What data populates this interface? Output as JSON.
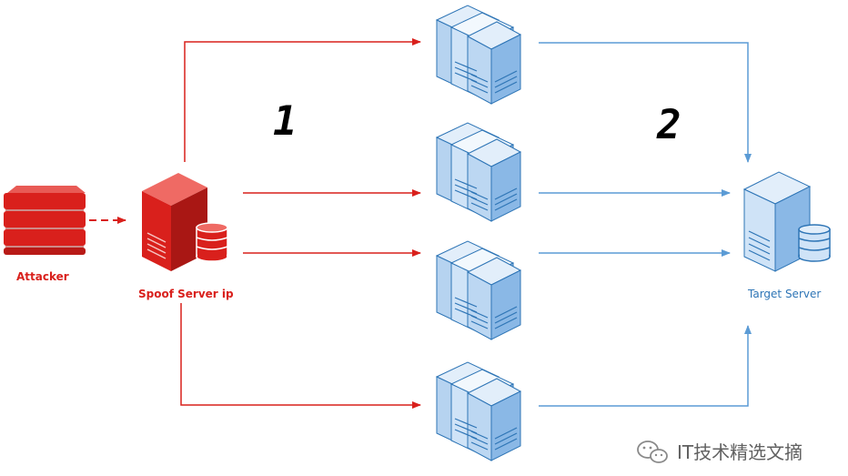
{
  "diagram": {
    "nodes": {
      "attacker": {
        "label": "Attacker"
      },
      "spoof_server": {
        "label": "Spoof Server ip"
      },
      "target_server": {
        "label": "Target Server"
      }
    },
    "steps": {
      "step1": "1",
      "step2": "2"
    },
    "reflector_count": 4
  },
  "watermark": {
    "text": "IT技术精选文摘",
    "icon": "wechat-icon"
  },
  "colors": {
    "attack": "#d9201c",
    "attack_dark": "#9e1411",
    "reflect": "#5b9bd5",
    "server_light": "#cfe3f7",
    "server_mid": "#9cc3ea",
    "server_edge": "#2e75b6"
  }
}
